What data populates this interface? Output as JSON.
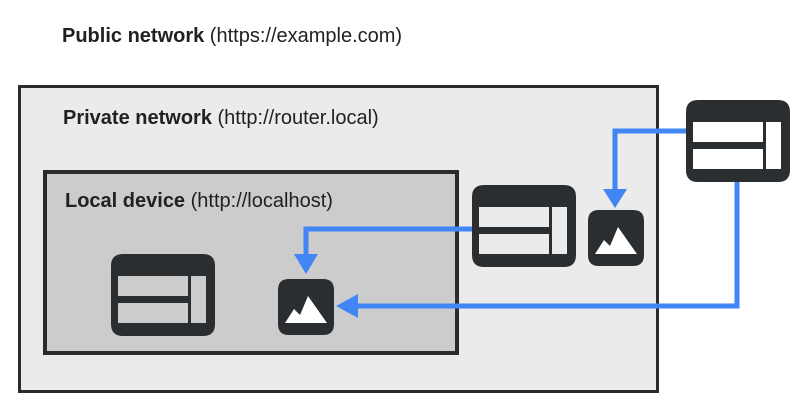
{
  "figure": {
    "kind": "network-boundaries-diagram"
  },
  "labels": {
    "public": {
      "name": "Public network",
      "url": " (https://example.com)"
    },
    "private": {
      "name": "Private network",
      "url": " (http://router.local)"
    },
    "local": {
      "name": "Local device",
      "url": " (http://localhost)"
    }
  },
  "icons": [
    {
      "name": "browser-window-icon",
      "location": "local-device"
    },
    {
      "name": "image-icon",
      "location": "local-device"
    },
    {
      "name": "browser-window-icon",
      "location": "private-network"
    },
    {
      "name": "image-icon",
      "location": "private-network"
    },
    {
      "name": "browser-window-icon",
      "location": "public-network"
    }
  ],
  "arrows": [
    {
      "from": "private-network-browser",
      "to": "local-device-image"
    },
    {
      "from": "public-network-browser",
      "to": "private-network-image"
    },
    {
      "from": "public-network-browser",
      "to": "local-device-image"
    }
  ],
  "colors": {
    "arrow_blue": "#4285f4",
    "icon_dark": "#2b2e31",
    "border_dark": "#2b2b2b",
    "private_network_bg": "#ebebeb",
    "local_device_bg": "#cccccc",
    "text": "#202124",
    "page_bg": "#ffffff"
  }
}
